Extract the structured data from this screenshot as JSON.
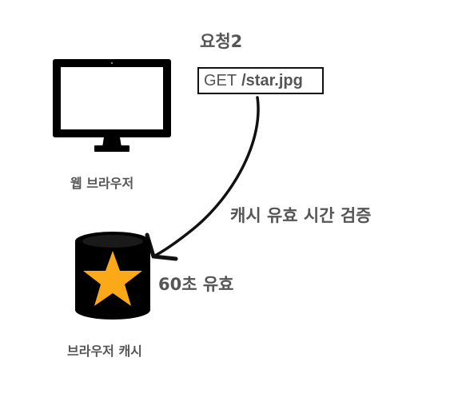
{
  "browser": {
    "icon": "monitor-icon",
    "label": "웹 브라우저"
  },
  "request": {
    "title": "요청2",
    "method": "GET",
    "path": "/star.jpg"
  },
  "arrow_label": "캐시 유효 시간 검증",
  "cache": {
    "icon": "star-cylinder-icon",
    "valid_label": "60초 유효",
    "label": "브라우저 캐시",
    "star_color": "#FBA918",
    "body_color": "#000000"
  }
}
